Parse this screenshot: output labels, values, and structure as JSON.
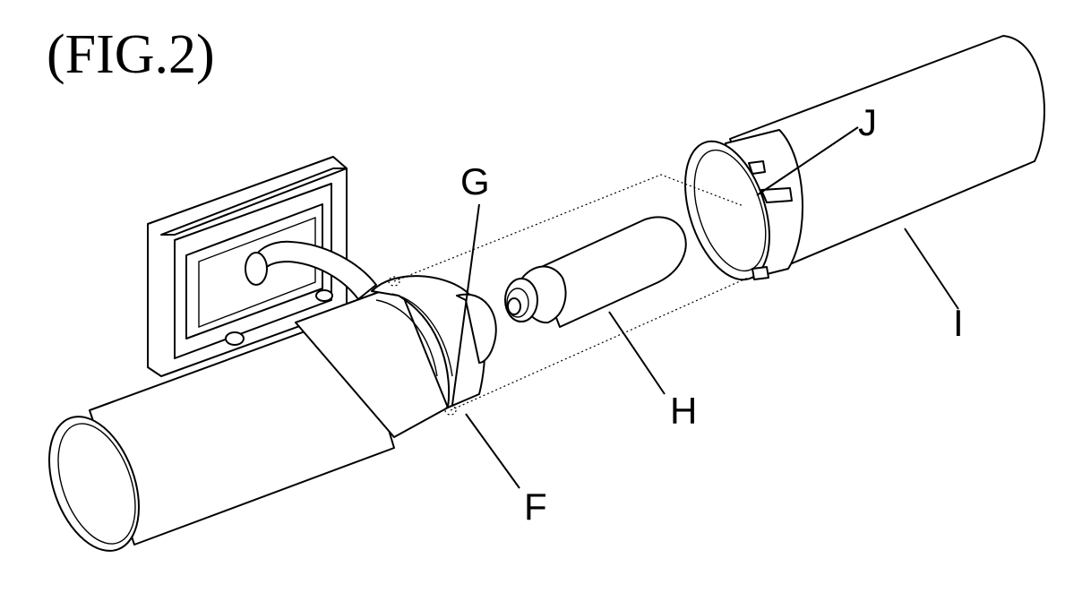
{
  "figure": {
    "title": "(FIG.2)"
  },
  "callouts": {
    "F": "F",
    "G": "G",
    "H": "H",
    "I": "I",
    "J": "J"
  }
}
